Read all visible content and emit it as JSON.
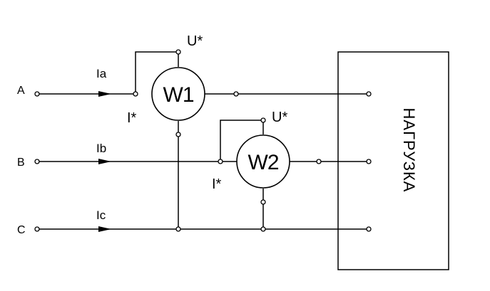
{
  "phases": {
    "a": "A",
    "b": "B",
    "c": "C"
  },
  "currents": {
    "a": "Ia",
    "b": "Ib",
    "c": "Ic"
  },
  "wattmeters": {
    "w1": {
      "name": "W1",
      "voltage_mark": "U*",
      "current_mark": "I*"
    },
    "w2": {
      "name": "W2",
      "voltage_mark": "U*",
      "current_mark": "I*"
    }
  },
  "load": {
    "label": "НАГРУЗКА"
  }
}
